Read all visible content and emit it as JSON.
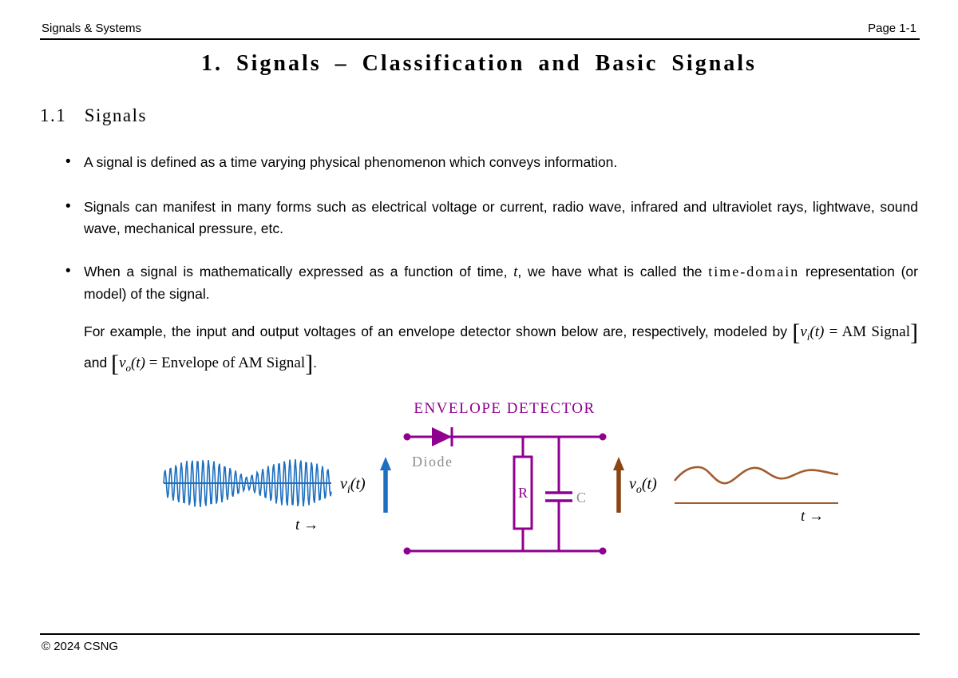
{
  "colors": {
    "purple": "#8f008f",
    "blue": "#1d6fbf",
    "brown": "#a15c2f",
    "brown-dark": "#8b4513",
    "gray": "#8c8c8c"
  },
  "header": {
    "left": "Signals & Systems",
    "right": "Page 1-1"
  },
  "title": "1. Signals – Classification and Basic Signals",
  "section_heading": "1.1  Signals",
  "bullet_char": "•",
  "bullets": {
    "one": "A signal is defined as a time varying physical phenomenon which conveys information.",
    "two": "Signals can manifest in many forms such as electrical voltage or current, radio wave, infrared and ultraviolet rays, lightwave, sound wave, mechanical pressure, etc.",
    "three_a": "When a signal is mathematically expressed as a function of time,",
    "three_t": "t",
    "three_b": ", we have what is called the",
    "three_spaced": "time-domain",
    "three_c": "representation (or model) of the signal."
  },
  "example": {
    "lead": "For example, the input and output voltages of an envelope detector shown below are, respectively, modeled by",
    "open_bracket": "[",
    "close_bracket": "]",
    "expr1_base": "v",
    "expr1_sub": "i",
    "expr1_args": "(t)",
    "expr1_eq": "= AM Signal",
    "connector": "and",
    "expr2_base": "v",
    "expr2_sub": "o",
    "expr2_args": "(t)",
    "expr2_eq": "= Envelope of AM Signal",
    "period": "."
  },
  "figure": {
    "title": "ENVELOPE DETECTOR",
    "diode_label": "Diode",
    "resistor_label": "R",
    "capacitor_label": "C",
    "vi_base": "v",
    "vi_sub": "i",
    "vi_args": "(t)",
    "vo_base": "v",
    "vo_sub": "o",
    "vo_args": "(t)",
    "time_axis_label": "t →"
  },
  "footer": "© 2024 CSNG"
}
